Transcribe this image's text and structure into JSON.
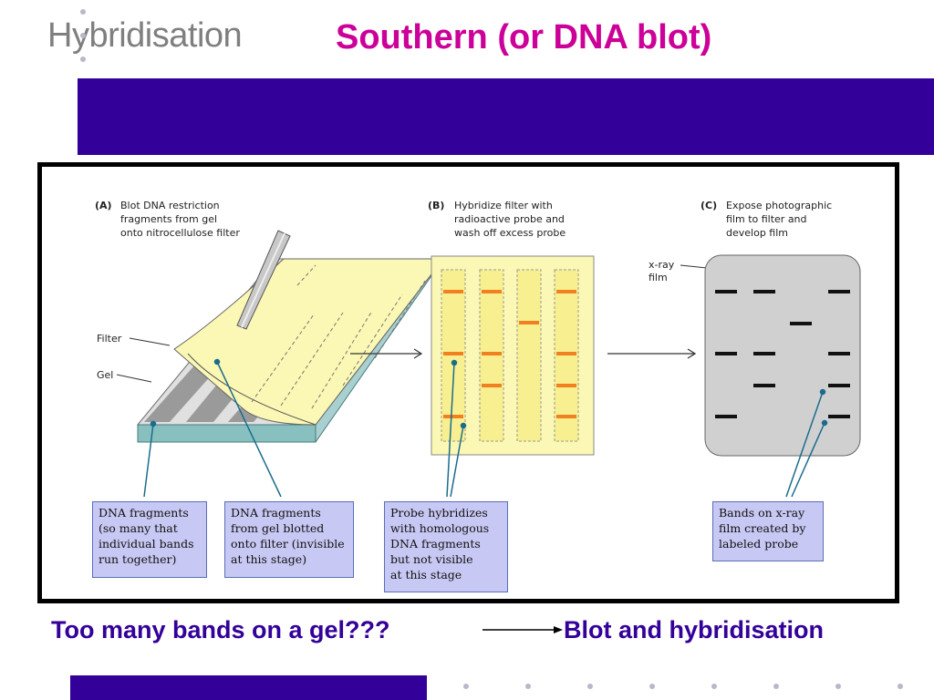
{
  "header": {
    "section_title": "Hybridisation",
    "slide_title": "Southern  (or DNA blot)"
  },
  "colors": {
    "title_magenta": "#cc0099",
    "banner_indigo": "#330099",
    "probe_orange": "#f08020",
    "filter_yellow": "#fbf7b4",
    "callout_fill": "#c8c8f4",
    "film_grey": "#d0d0d0"
  },
  "figure": {
    "panel_a": {
      "letter": "(A)",
      "lines": [
        "Blot DNA restriction",
        "fragments from gel",
        "onto nitrocellulose filter"
      ],
      "label_filter": "Filter",
      "label_gel": "Gel"
    },
    "panel_b": {
      "letter": "(B)",
      "lines": [
        "Hybridize filter with",
        "radioactive probe and",
        "wash off excess probe"
      ]
    },
    "panel_c": {
      "letter": "(C)",
      "lines": [
        "Expose photographic",
        "film to filter and",
        "develop film"
      ],
      "label_xray_1": "x-ray",
      "label_xray_2": "film"
    },
    "callouts": {
      "fragments_gel": "DNA fragments\n(so many that\nindividual bands\nrun together)",
      "fragments_filter": "DNA fragments\nfrom gel blotted\nonto filter (invisible\nat this stage)",
      "probe": "Probe hybridizes\nwith homologous\nDNA fragments\nbut not visible\nat this stage",
      "bands": "Bands on x-ray\nfilm created by\nlabeled probe"
    },
    "icons": [
      "right-arrow-icon",
      "pipette-icon"
    ]
  },
  "footer": {
    "caption_left": "Too many bands on a gel???",
    "caption_right": "Blot and hybridisation"
  }
}
